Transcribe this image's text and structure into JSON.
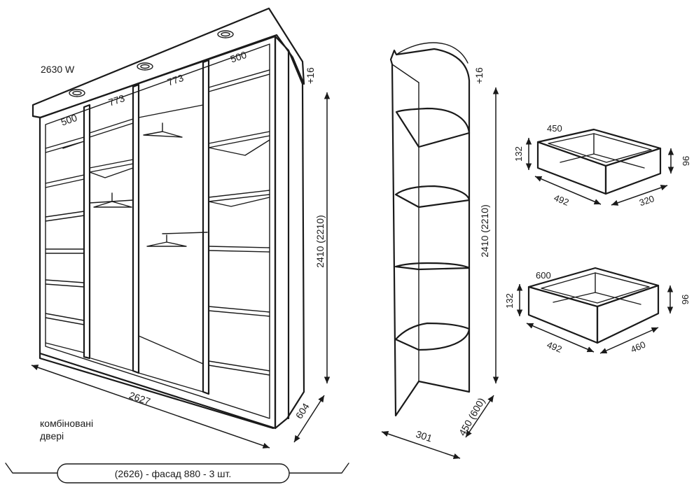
{
  "wardrobe": {
    "top_width_label": "2630 W",
    "top_plus": "+16",
    "height_label": "2410 (2210)",
    "bottom_width_label": "2627",
    "depth_label": "604",
    "section_labels": [
      "500",
      "773",
      "773",
      "500"
    ],
    "note_lines": [
      "комбіновані",
      "двері"
    ],
    "facade_label": "(2626) - фасад 880 - 3 шт."
  },
  "corner_shelf": {
    "top_plus": "+16",
    "height_label": "2410 (2210)",
    "width_label": "301",
    "depth_label": "450 (600)"
  },
  "drawer_small": {
    "width_label": "450",
    "front_height_label": "132",
    "side_height_label": "96",
    "length_label": "492",
    "depth_label": "320"
  },
  "drawer_large": {
    "width_label": "600",
    "front_height_label": "132",
    "side_height_label": "96",
    "length_label": "492",
    "depth_label": "460"
  },
  "icons": {
    "lamp": "ceiling-light-icon",
    "hanger": "hanger-icon"
  }
}
